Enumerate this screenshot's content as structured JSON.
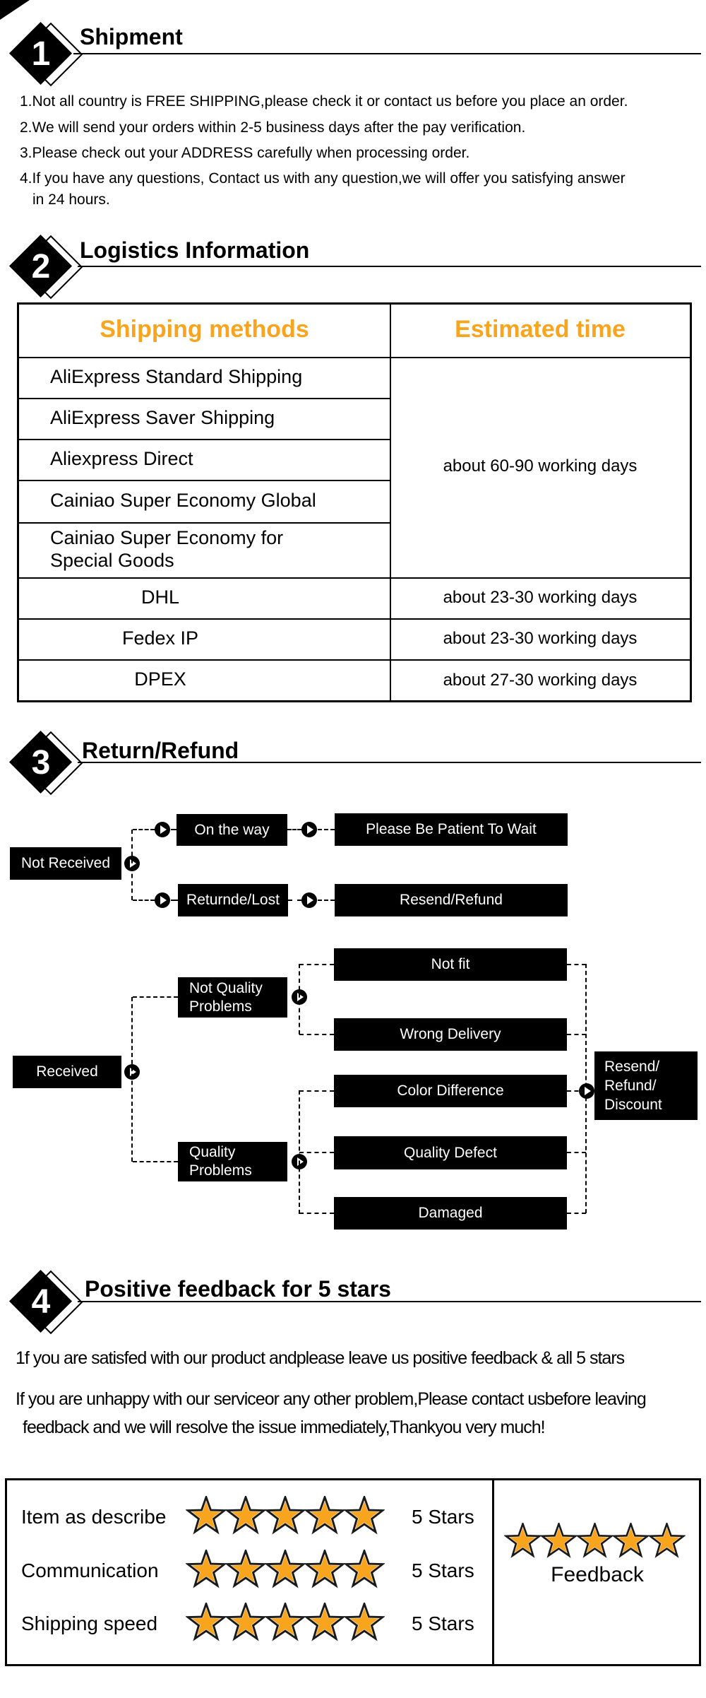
{
  "colors": {
    "accent_orange": "#F9A41D",
    "flow_box_bg": "#000000",
    "star_fill": "#F9A41D"
  },
  "sections": [
    {
      "num": "1",
      "title": "Shipment"
    },
    {
      "num": "2",
      "title": "Logistics Information"
    },
    {
      "num": "3",
      "title": "Return/Refund"
    },
    {
      "num": "4",
      "title": "Positive feedback for 5 stars"
    }
  ],
  "shipment": {
    "notes": [
      "1.Not all country is FREE SHIPPING,please check it or contact us before you place an order.",
      "2.We will send your orders within 2-5 business days after the pay verification.",
      "3.Please check out your ADDRESS carefully when processing order.",
      "4.If you have any questions, Contact us with any question,we will offer you satisfying answer",
      "in 24 hours."
    ]
  },
  "logistics": {
    "header_methods": "Shipping methods",
    "header_time": "Estimated time",
    "economy_methods": [
      "AliExpress Standard Shipping",
      "AliExpress Saver Shipping",
      "Aliexpress Direct",
      "Cainiao Super Economy Global",
      "Cainiao Super Economy for Special Goods"
    ],
    "economy_time": "about 60-90 working days",
    "express_rows": [
      {
        "method": "DHL",
        "time": "about 23-30 working days"
      },
      {
        "method": "Fedex IP",
        "time": "about 23-30 working days"
      },
      {
        "method": "DPEX",
        "time": "about 27-30 working days"
      }
    ]
  },
  "refund_flow": {
    "not_received": "Not Received",
    "on_the_way": "On the way",
    "please_wait": "Please Be Patient To Wait",
    "returned_lost": "Returnde/Lost",
    "resend_refund": "Resend/Refund",
    "received": "Received",
    "not_quality_problems": "Not Quality Problems",
    "quality_problems": "Quality Problems",
    "not_fit": "Not fit",
    "wrong_delivery": "Wrong Delivery",
    "color_difference": "Color Difference",
    "quality_defect": "Quality Defect",
    "damaged": "Damaged",
    "outcome_lines": [
      "Resend/",
      "Refund/",
      "Discount"
    ]
  },
  "feedback": {
    "line1": "1f you are satisfed with our product andplease leave us positive feedback & all 5 stars",
    "line2": "If you are unhappy with our serviceor any other problem,Please contact usbefore leaving",
    "line3": "feedback and we will resolve the issue immediately,Thankyou very much!",
    "ratings": [
      {
        "label": "Item as describe",
        "stars": 5,
        "value": "5 Stars"
      },
      {
        "label": "Communication",
        "stars": 5,
        "value": "5 Stars"
      },
      {
        "label": "Shipping speed",
        "stars": 5,
        "value": "5 Stars"
      }
    ],
    "summary": {
      "stars": 5,
      "label": "Feedback"
    }
  }
}
